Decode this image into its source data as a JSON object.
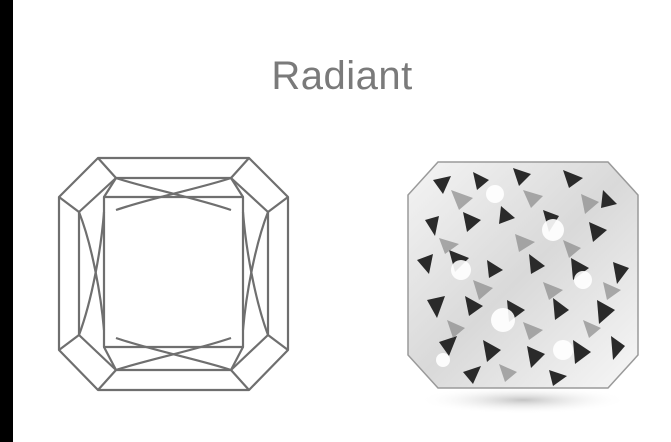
{
  "title": "Radiant",
  "colors": {
    "background": "#ffffff",
    "frame": "#000000",
    "title_text": "#7a7a7a",
    "outline": "#6f6f6f"
  },
  "images": {
    "left": "radiant-cut-line-diagram",
    "right": "radiant-cut-diamond-photo"
  }
}
